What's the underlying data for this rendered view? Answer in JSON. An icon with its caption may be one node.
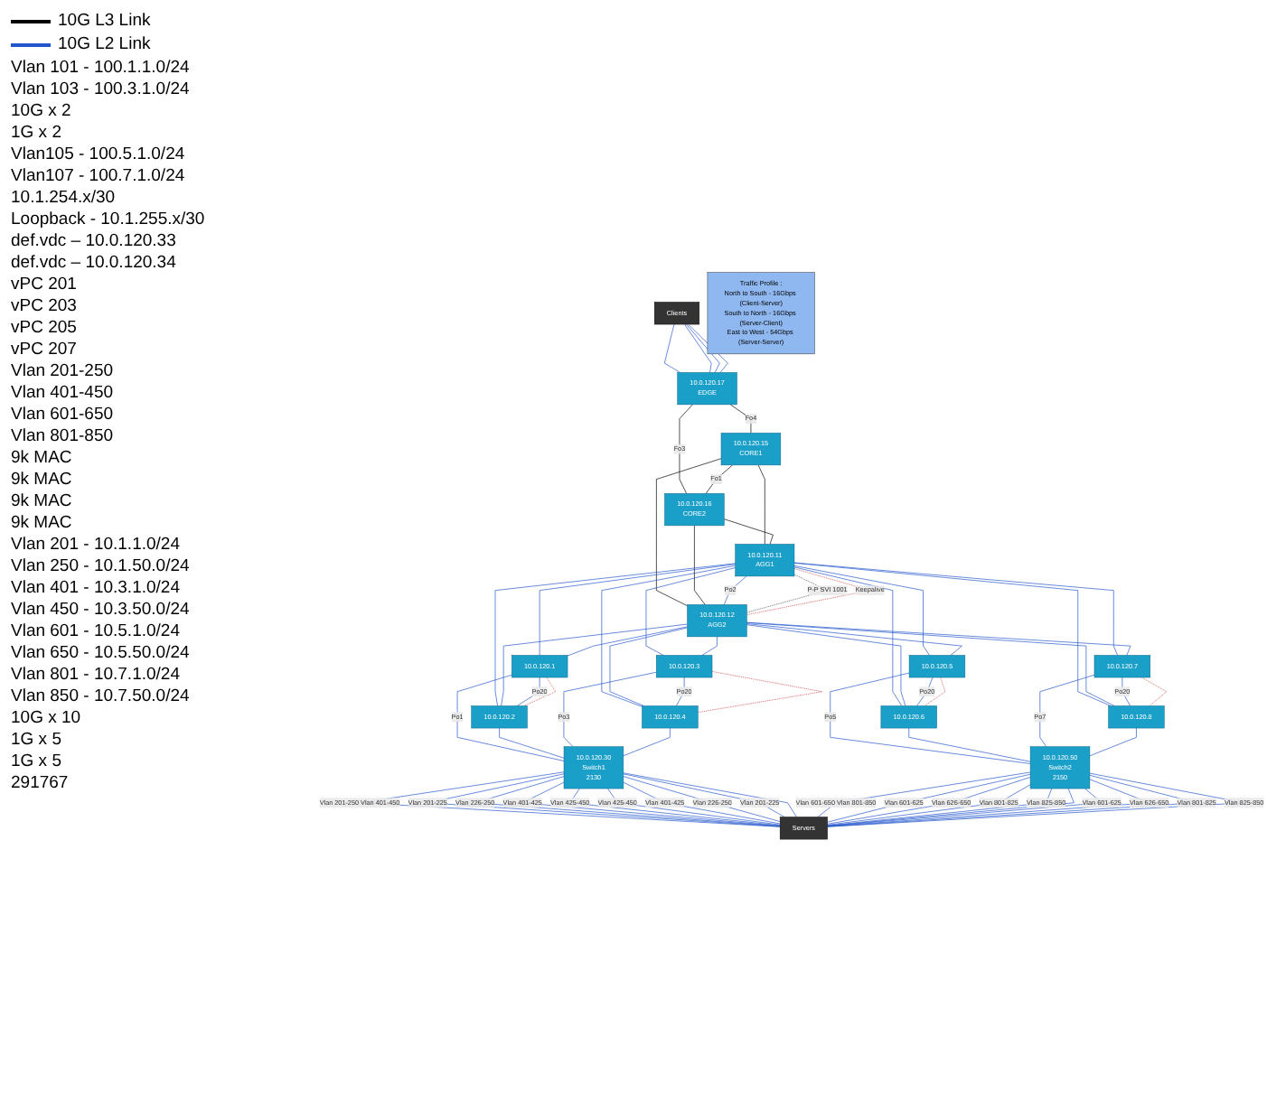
{
  "diagram": {
    "nodes": [
      {
        "text": [
          "Clients"
        ]
      },
      {
        "text": [
          "10.0.120.17",
          "EDGE"
        ]
      },
      {
        "text": [
          "Traffic Profile :",
          "North to South - 16Gbps (Client-Server)",
          "South to North - 16Gbps (Server-Client)",
          "East to West - 54Gbps (Server-Server)"
        ]
      },
      {
        "text": [
          "10.0.120.15",
          "CORE1"
        ]
      },
      {
        "text": [
          "10.0.120.16",
          "CORE2"
        ]
      },
      {
        "text": [
          "10.0.120.11",
          "AGG1"
        ]
      },
      {
        "text": [
          "10.0.120.12",
          "AGG2"
        ]
      },
      {
        "text": [
          "10.0.120.1"
        ]
      },
      {
        "text": [
          "10.0.120.2"
        ]
      },
      {
        "text": [
          "10.0.120.3"
        ]
      },
      {
        "text": [
          "10.0.120.4"
        ]
      },
      {
        "text": [
          "10.0.120.5"
        ]
      },
      {
        "text": [
          "10.0.120.6"
        ]
      },
      {
        "text": [
          "10.0.120.7"
        ]
      },
      {
        "text": [
          "10.0.120.8"
        ]
      },
      {
        "text": [
          "10.0.120.30",
          "Switch1",
          "2130"
        ]
      },
      {
        "text": [
          "10.0.120.50",
          "Switch2",
          "2150"
        ]
      },
      {
        "text": [
          "Servers"
        ]
      }
    ],
    "edges": [
      {
        "from": 0,
        "to": 1,
        "arrow": "none"
      },
      {
        "from": 0,
        "to": 1,
        "arrow": "none"
      },
      {
        "from": 0,
        "to": 1,
        "arrow": "none"
      },
      {
        "from": 0,
        "to": 1,
        "arrow": "none"
      },
      {
        "from": 1,
        "to": 3,
        "arrow": "none",
        "label": "Fo4",
        "color": "#000000"
      },
      {
        "from": 1,
        "to": 4,
        "arrow": "none",
        "label": "Fo3",
        "color": "#000000"
      },
      {
        "from": 3,
        "to": 4,
        "arrow": "none",
        "label": "Fo1",
        "color": "#000000"
      },
      {
        "from": 3,
        "to": 5,
        "arrow": "none",
        "color": "#000000"
      },
      {
        "from": 3,
        "to": 6,
        "arrow": "none",
        "color": "#000000"
      },
      {
        "from": 4,
        "to": 5,
        "arrow": "none",
        "color": "#000000"
      },
      {
        "from": 4,
        "to": 6,
        "arrow": "none",
        "color": "#000000"
      },
      {
        "from": 5,
        "to": 6,
        "arrow": "none",
        "label": "Po2"
      },
      {
        "from": 5,
        "to": 6,
        "arrow": "none",
        "label": "P-P SVI 1001",
        "style": "dashed",
        "color": "#333333"
      },
      {
        "from": 5,
        "to": 6,
        "arrow": "none",
        "label": "Keepalive",
        "style": "dashed",
        "color": "#cc2222"
      },
      {
        "from": 5,
        "to": 7,
        "arrow": "none"
      },
      {
        "from": 6,
        "to": 7,
        "arrow": "none"
      },
      {
        "from": 5,
        "to": 8,
        "arrow": "none"
      },
      {
        "from": 6,
        "to": 8,
        "arrow": "none"
      },
      {
        "from": 5,
        "to": 9,
        "arrow": "none"
      },
      {
        "from": 6,
        "to": 9,
        "arrow": "none"
      },
      {
        "from": 5,
        "to": 10,
        "arrow": "none"
      },
      {
        "from": 6,
        "to": 10,
        "arrow": "none"
      },
      {
        "from": 5,
        "to": 11,
        "arrow": "none"
      },
      {
        "from": 6,
        "to": 11,
        "arrow": "none"
      },
      {
        "from": 5,
        "to": 12,
        "arrow": "none"
      },
      {
        "from": 6,
        "to": 12,
        "arrow": "none"
      },
      {
        "from": 5,
        "to": 13,
        "arrow": "none"
      },
      {
        "from": 6,
        "to": 13,
        "arrow": "none"
      },
      {
        "from": 5,
        "to": 14,
        "arrow": "none"
      },
      {
        "from": 6,
        "to": 14,
        "arrow": "none"
      },
      {
        "from": 7,
        "to": 8,
        "arrow": "none",
        "label": "Po20"
      },
      {
        "from": 9,
        "to": 10,
        "arrow": "none",
        "label": "Po20"
      },
      {
        "from": 11,
        "to": 12,
        "arrow": "none",
        "label": "Po20"
      },
      {
        "from": 13,
        "to": 14,
        "arrow": "none",
        "label": "Po20"
      },
      {
        "from": 7,
        "to": 8,
        "arrow": "none",
        "style": "dashed",
        "color": "#cc2222"
      },
      {
        "from": 9,
        "to": 10,
        "arrow": "none",
        "style": "dashed",
        "color": "#cc2222"
      },
      {
        "from": 11,
        "to": 12,
        "arrow": "none",
        "style": "dashed",
        "color": "#cc2222"
      },
      {
        "from": 13,
        "to": 14,
        "arrow": "none",
        "style": "dashed",
        "color": "#cc2222"
      },
      {
        "from": 7,
        "to": 15,
        "arrow": "none",
        "label": "Po1"
      },
      {
        "from": 8,
        "to": 15,
        "arrow": "none"
      },
      {
        "from": 9,
        "to": 15,
        "arrow": "none",
        "label": "Po3"
      },
      {
        "from": 10,
        "to": 15,
        "arrow": "none"
      },
      {
        "from": 11,
        "to": 16,
        "arrow": "none",
        "label": "Po5"
      },
      {
        "from": 12,
        "to": 16,
        "arrow": "none"
      },
      {
        "from": 13,
        "to": 16,
        "arrow": "none",
        "label": "Po7"
      },
      {
        "from": 14,
        "to": 16,
        "arrow": "none"
      },
      {
        "from": 15,
        "to": 17,
        "arrow": "none",
        "label": "Vlan 201-250 Vlan 401-450"
      },
      {
        "from": 15,
        "to": 17,
        "arrow": "none",
        "label": "Vlan 201-225"
      },
      {
        "from": 15,
        "to": 17,
        "arrow": "none",
        "label": "Vlan 226-250"
      },
      {
        "from": 15,
        "to": 17,
        "arrow": "none",
        "label": "Vlan 401-425"
      },
      {
        "from": 15,
        "to": 17,
        "arrow": "none",
        "label": "Vlan 425-450"
      },
      {
        "from": 15,
        "to": 17,
        "arrow": "none",
        "label": "Vlan 425-450"
      },
      {
        "from": 15,
        "to": 17,
        "arrow": "none",
        "label": "Vlan 401-425"
      },
      {
        "from": 15,
        "to": 17,
        "arrow": "none",
        "label": "Vlan 226-250"
      },
      {
        "from": 15,
        "to": 17,
        "arrow": "none",
        "label": "Vlan 201-225"
      },
      {
        "from": 15,
        "to": 17,
        "arrow": "none"
      },
      {
        "from": 16,
        "to": 17,
        "arrow": "none",
        "label": "Vlan 601-650 Vlan 801-850"
      },
      {
        "from": 16,
        "to": 17,
        "arrow": "none",
        "label": "Vlan 601-625"
      },
      {
        "from": 16,
        "to": 17,
        "arrow": "none",
        "label": "Vlan 626-650"
      },
      {
        "from": 16,
        "to": 17,
        "arrow": "none",
        "label": "Vlan 801-825"
      },
      {
        "from": 16,
        "to": 17,
        "arrow": "none",
        "label": "Vlan 825-850"
      },
      {
        "from": 16,
        "to": 17,
        "arrow": "none"
      },
      {
        "from": 16,
        "to": 17,
        "arrow": "none",
        "label": "Vlan 601-625"
      },
      {
        "from": 16,
        "to": 17,
        "arrow": "none",
        "label": "Vlan 626-650"
      },
      {
        "from": 16,
        "to": 17,
        "arrow": "none",
        "label": "Vlan 801-825"
      },
      {
        "from": 16,
        "to": 17,
        "arrow": "none",
        "label": "Vlan 825-850"
      }
    ],
    "labels": [
      "Vlan 101 - 100.1.1.0/24",
      "Vlan 103 - 100.3.1.0/24",
      "10G x 2",
      "1G x 2",
      "Vlan105 - 100.5.1.0/24",
      "Vlan107 - 100.7.1.0/24",
      "10.1.254.x/30",
      "Loopback - 10.1.255.x/30",
      "def.vdc – 10.0.120.33",
      "def.vdc – 10.0.120.34",
      "vPC 201",
      "vPC 203",
      "vPC 205",
      "vPC 207",
      "Vlan 201-250",
      "Vlan 401-450",
      "Vlan 601-650",
      "Vlan 801-850",
      "9k MAC",
      "9k MAC",
      "9k MAC",
      "9k MAC",
      "Vlan 201 - 10.1.1.0/24",
      "Vlan 250 - 10.1.50.0/24",
      "Vlan 401 - 10.3.1.0/24",
      "Vlan 450 - 10.3.50.0/24",
      "Vlan 601 - 10.5.1.0/24",
      "Vlan 650 - 10.5.50.0/24",
      "Vlan 801 - 10.7.1.0/24",
      "Vlan 850 - 10.7.50.0/24",
      "10G x 10",
      "1G x 5",
      "1G x 5",
      "291767"
    ],
    "legend": [
      {
        "text": "10G L3 Link"
      },
      {
        "text": "10G L2 Link"
      }
    ]
  }
}
